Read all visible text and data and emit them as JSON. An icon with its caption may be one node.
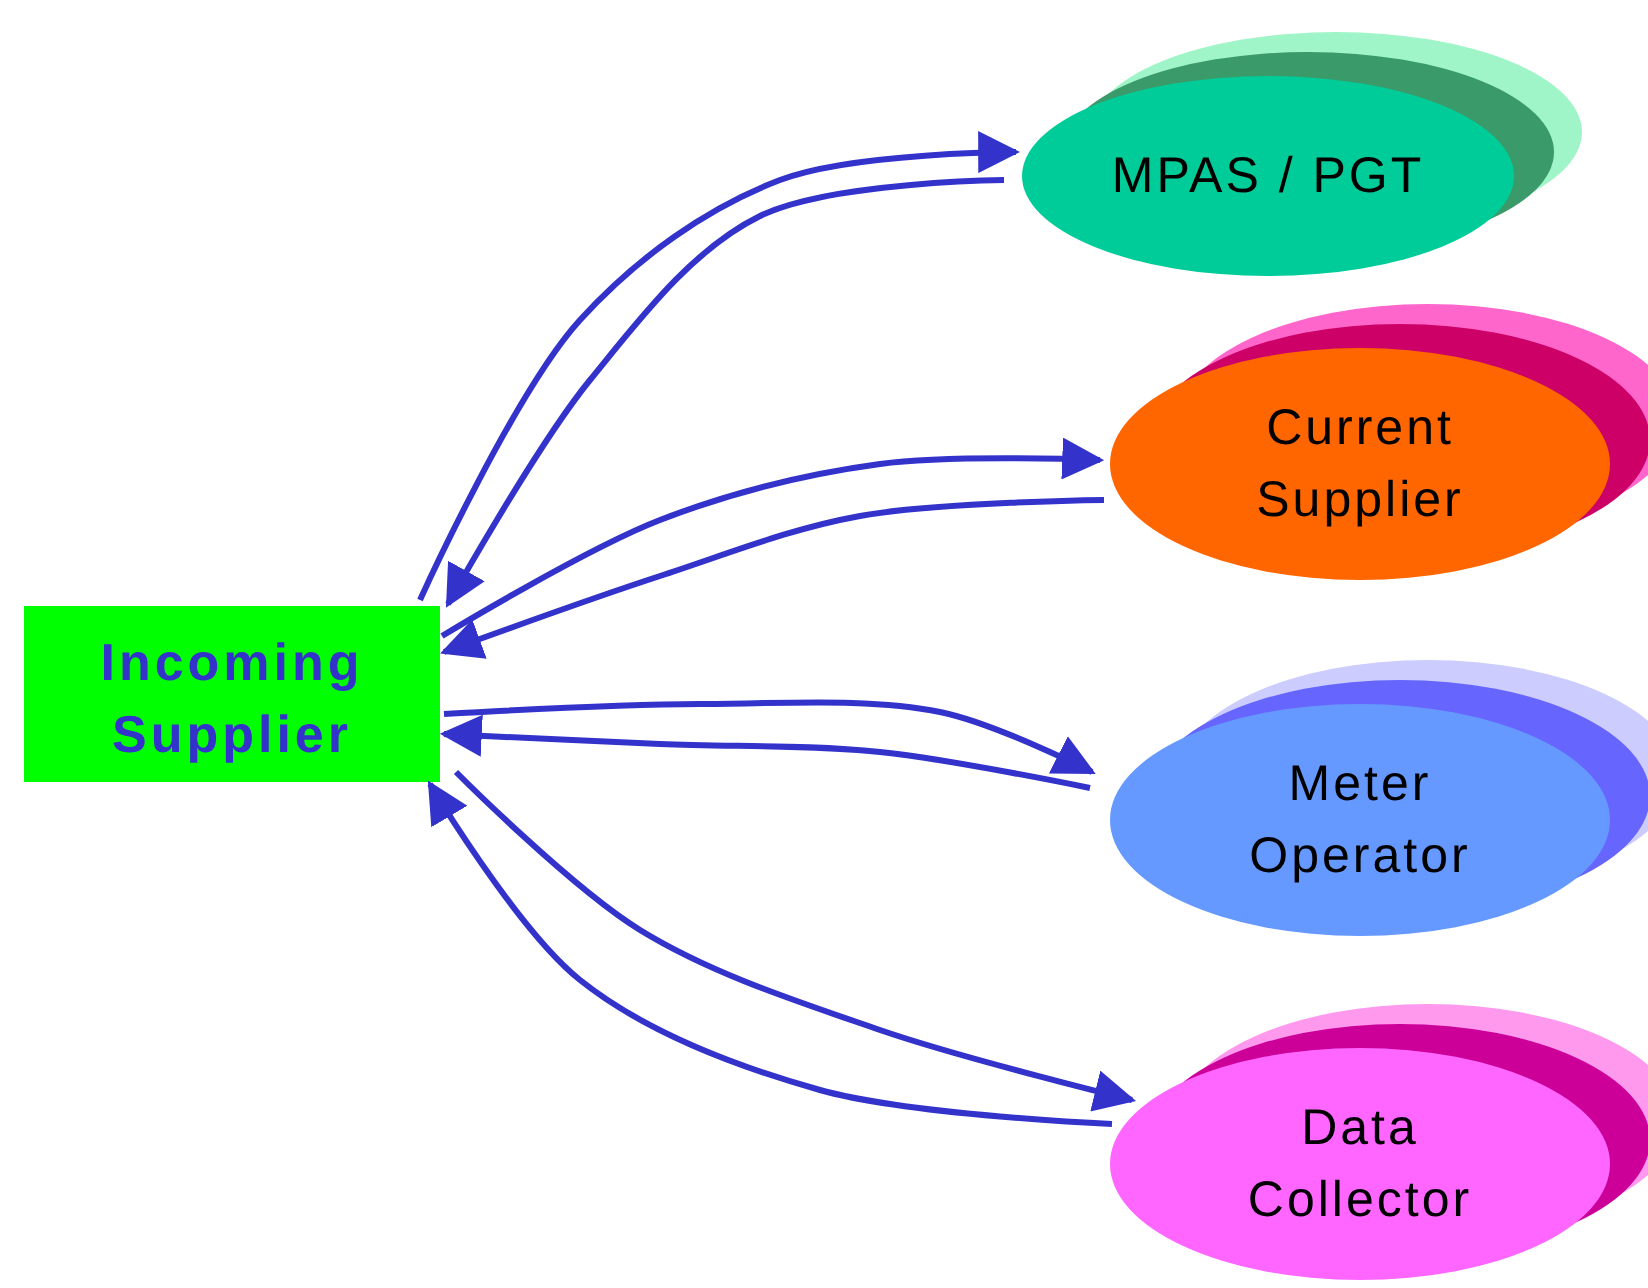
{
  "diagram": {
    "nodes": [
      {
        "text": [
          "Incoming Supplier"
        ]
      },
      {
        "text": [
          "MPAS / PGT"
        ]
      },
      {
        "text": [
          "Current Supplier"
        ]
      },
      {
        "text": [
          "Meter Operator"
        ]
      },
      {
        "text": [
          "Data Collector"
        ]
      }
    ],
    "edges": [
      {
        "from": 0,
        "to": 1,
        "arrow": "to"
      },
      {
        "from": 1,
        "to": 0,
        "arrow": "to"
      },
      {
        "from": 0,
        "to": 2,
        "arrow": "to"
      },
      {
        "from": 2,
        "to": 0,
        "arrow": "to"
      },
      {
        "from": 0,
        "to": 3,
        "arrow": "to"
      },
      {
        "from": 3,
        "to": 0,
        "arrow": "to"
      },
      {
        "from": 0,
        "to": 4,
        "arrow": "to"
      },
      {
        "from": 4,
        "to": 0,
        "arrow": "to"
      }
    ]
  }
}
